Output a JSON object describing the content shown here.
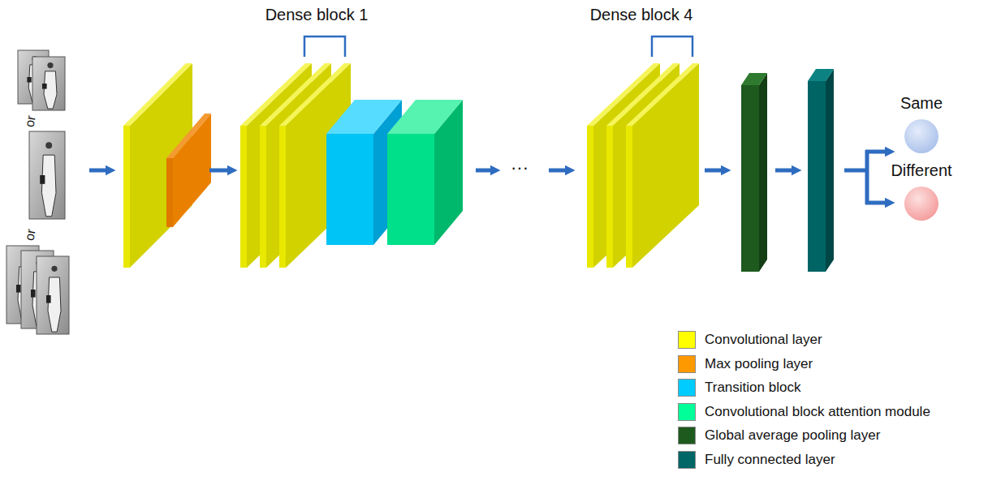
{
  "diagram": {
    "nodes": [
      {
        "text": [
          "Same"
        ]
      },
      {
        "text": [
          "Different"
        ]
      }
    ],
    "labels": [
      "or",
      "or",
      "Dense block 1",
      "···",
      "Dense block 4"
    ],
    "legend": [
      {
        "text": "Convolutional layer",
        "color": "#ffff00"
      },
      {
        "text": "Max pooling layer",
        "color": "#ff9900"
      },
      {
        "text": "Transition block",
        "color": "#00ccff"
      },
      {
        "text": "Convolutional block attention module",
        "color": "#00ff99"
      },
      {
        "text": "Global average pooling layer",
        "color": "#1e5a1e"
      },
      {
        "text": "Fully connected layer",
        "color": "#006666"
      }
    ]
  }
}
